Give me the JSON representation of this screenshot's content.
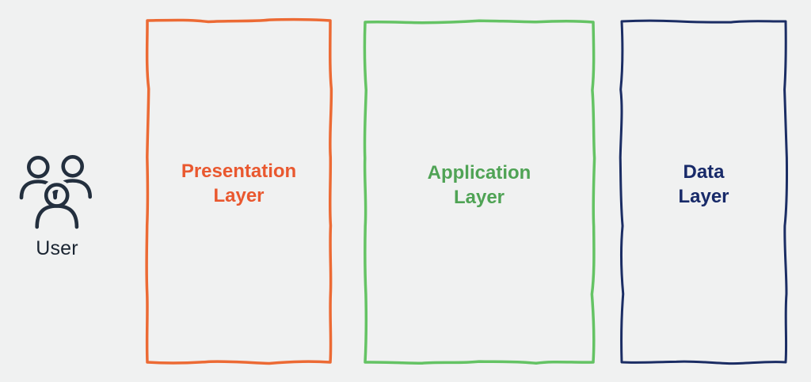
{
  "background": "#f0f1f1",
  "user": {
    "label": "User",
    "icon": "users-group-icon",
    "color": "#232f3e"
  },
  "layers": [
    {
      "id": "presentation-layer",
      "lines": [
        "Presentation",
        "Layer"
      ],
      "border_color": "#ec6a34",
      "text_color": "#e9582f",
      "stroke_width": 3.5
    },
    {
      "id": "application-layer",
      "lines": [
        "Application",
        "Layer"
      ],
      "border_color": "#64c364",
      "text_color": "#4fa355",
      "stroke_width": 3.5
    },
    {
      "id": "data-layer",
      "lines": [
        "Data",
        "Layer"
      ],
      "border_color": "#1b2d64",
      "text_color": "#182a69",
      "stroke_width": 3.0
    }
  ]
}
